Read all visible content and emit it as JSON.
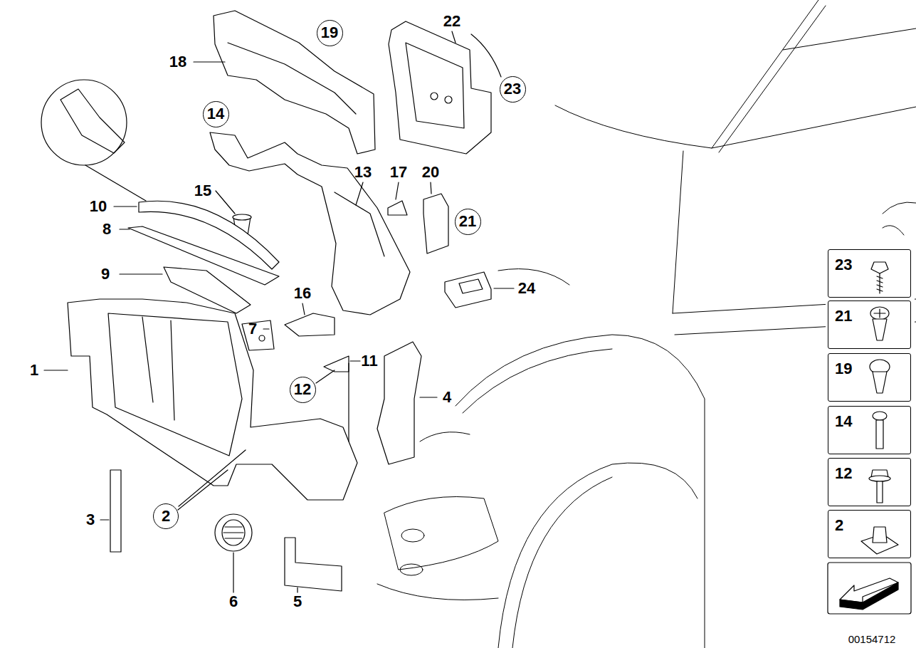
{
  "diagram": {
    "nodes": [
      {
        "text": [
          "19"
        ]
      },
      {
        "text": [
          "23"
        ]
      },
      {
        "text": [
          "14"
        ]
      },
      {
        "text": [
          "21"
        ]
      },
      {
        "text": [
          "12"
        ]
      },
      {
        "text": [
          "2"
        ]
      },
      {
        "text": [
          "23"
        ]
      },
      {
        "text": [
          "21"
        ]
      },
      {
        "text": [
          "19"
        ]
      },
      {
        "text": [
          "14"
        ]
      },
      {
        "text": [
          "12"
        ]
      },
      {
        "text": [
          "2"
        ]
      }
    ],
    "labels": [
      "22",
      "18",
      "13",
      "17",
      "20",
      "10",
      "15",
      "8",
      "9",
      "24",
      "16",
      "7",
      "11",
      "1",
      "4",
      "3",
      "6",
      "5",
      "00154712"
    ]
  }
}
